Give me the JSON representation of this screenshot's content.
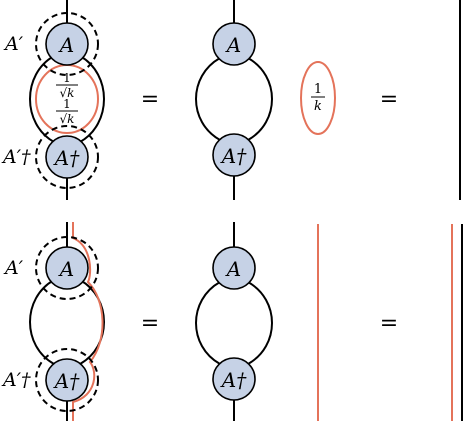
{
  "colors": {
    "line": "#000000",
    "node_fill": "#c6d2e6",
    "accent": "#e4735a"
  },
  "top_row": {
    "left": {
      "node_top": "A",
      "node_bottom": "A†",
      "outer_top_label": "A′",
      "outer_bottom_label": "A′†",
      "fraction_num": "1",
      "fraction_den": "√k"
    },
    "middle": {
      "node_top": "A",
      "node_bottom": "A†"
    },
    "factor": {
      "num": "1",
      "den": "k"
    },
    "equals_1": "=",
    "equals_2": "="
  },
  "bottom_row": {
    "left": {
      "node_top": "A",
      "node_bottom": "A†",
      "outer_top_label": "A′",
      "outer_bottom_label": "A′†"
    },
    "middle": {
      "node_top": "A",
      "node_bottom": "A†"
    },
    "equals_1": "=",
    "equals_2": "="
  }
}
